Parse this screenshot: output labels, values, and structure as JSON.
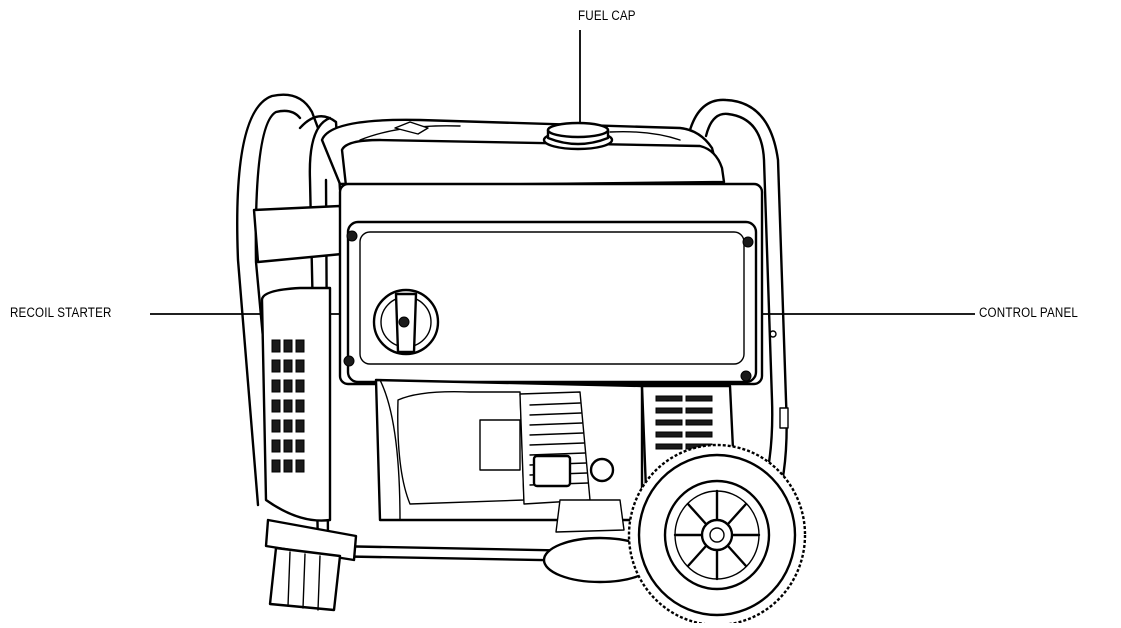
{
  "labels": {
    "fuel_cap": "FUEL CAP",
    "recoil_starter": "RECOIL STARTER",
    "control_panel": "CONTROL PANEL"
  },
  "colors": {
    "line": "#000000",
    "background": "#ffffff"
  }
}
